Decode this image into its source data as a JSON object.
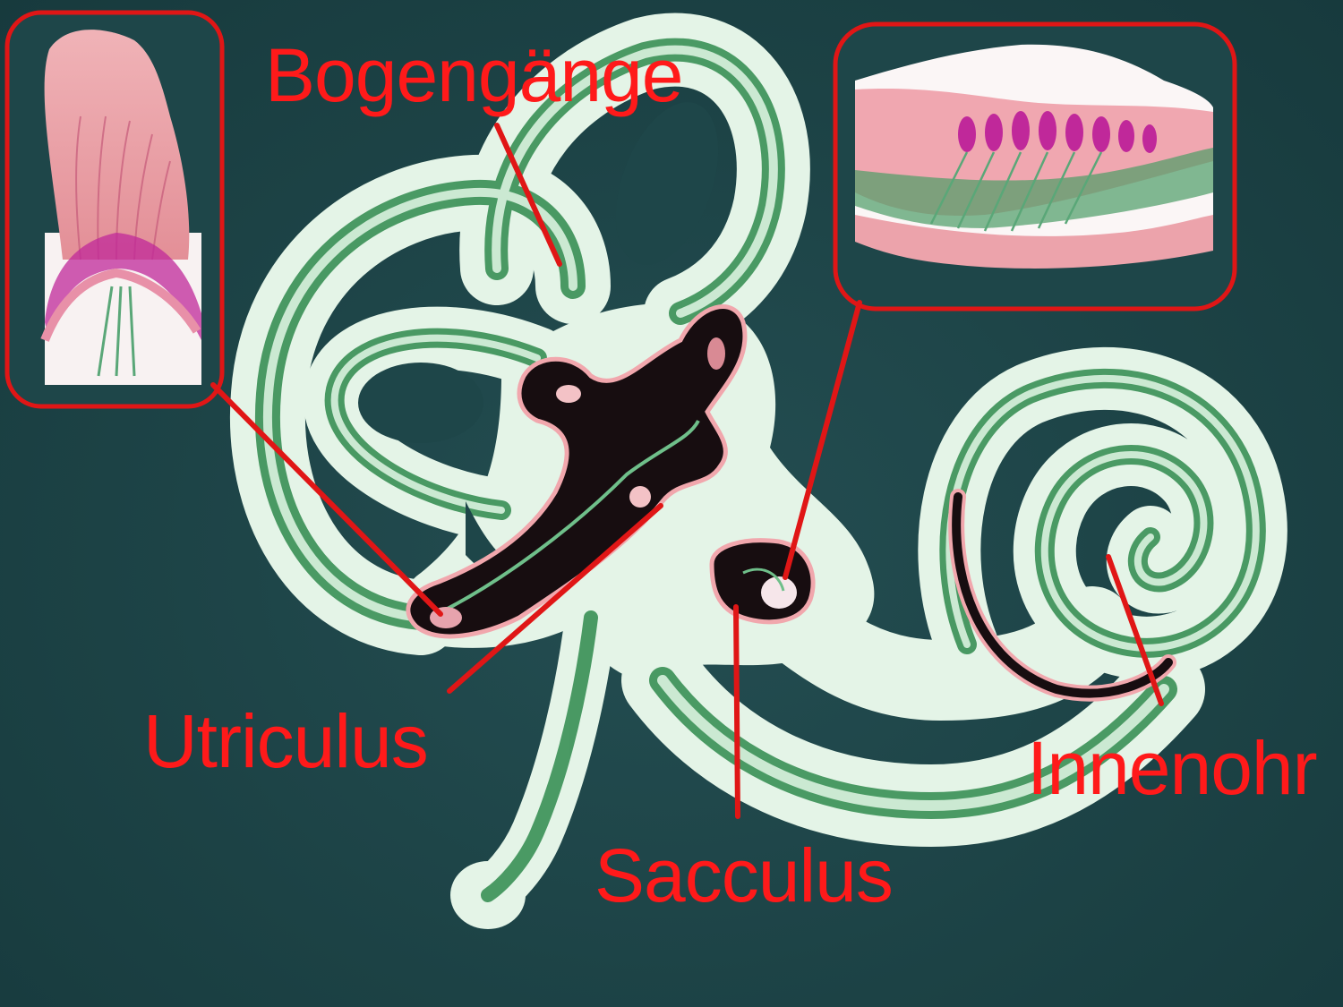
{
  "colors": {
    "background": "#1e4649",
    "label": "#ff1a1a",
    "membrane_light": "#e6f5e9",
    "membrane_green": "#2f8a4c",
    "sensory_pink": "#f1a7ad",
    "hair_cell_magenta": "#c0289a",
    "lumen_dark": "#170d10"
  },
  "labels": {
    "semicircular_canals": "Bogengänge",
    "utricle": "Utriculus",
    "saccule": "Sacculus",
    "inner_ear": "Innenohr"
  },
  "insets": [
    {
      "name": "crista-ampullaris-detail",
      "icon": "hair-cell-cupula-icon"
    },
    {
      "name": "organ-of-corti-detail",
      "icon": "hair-cell-row-icon"
    }
  ]
}
